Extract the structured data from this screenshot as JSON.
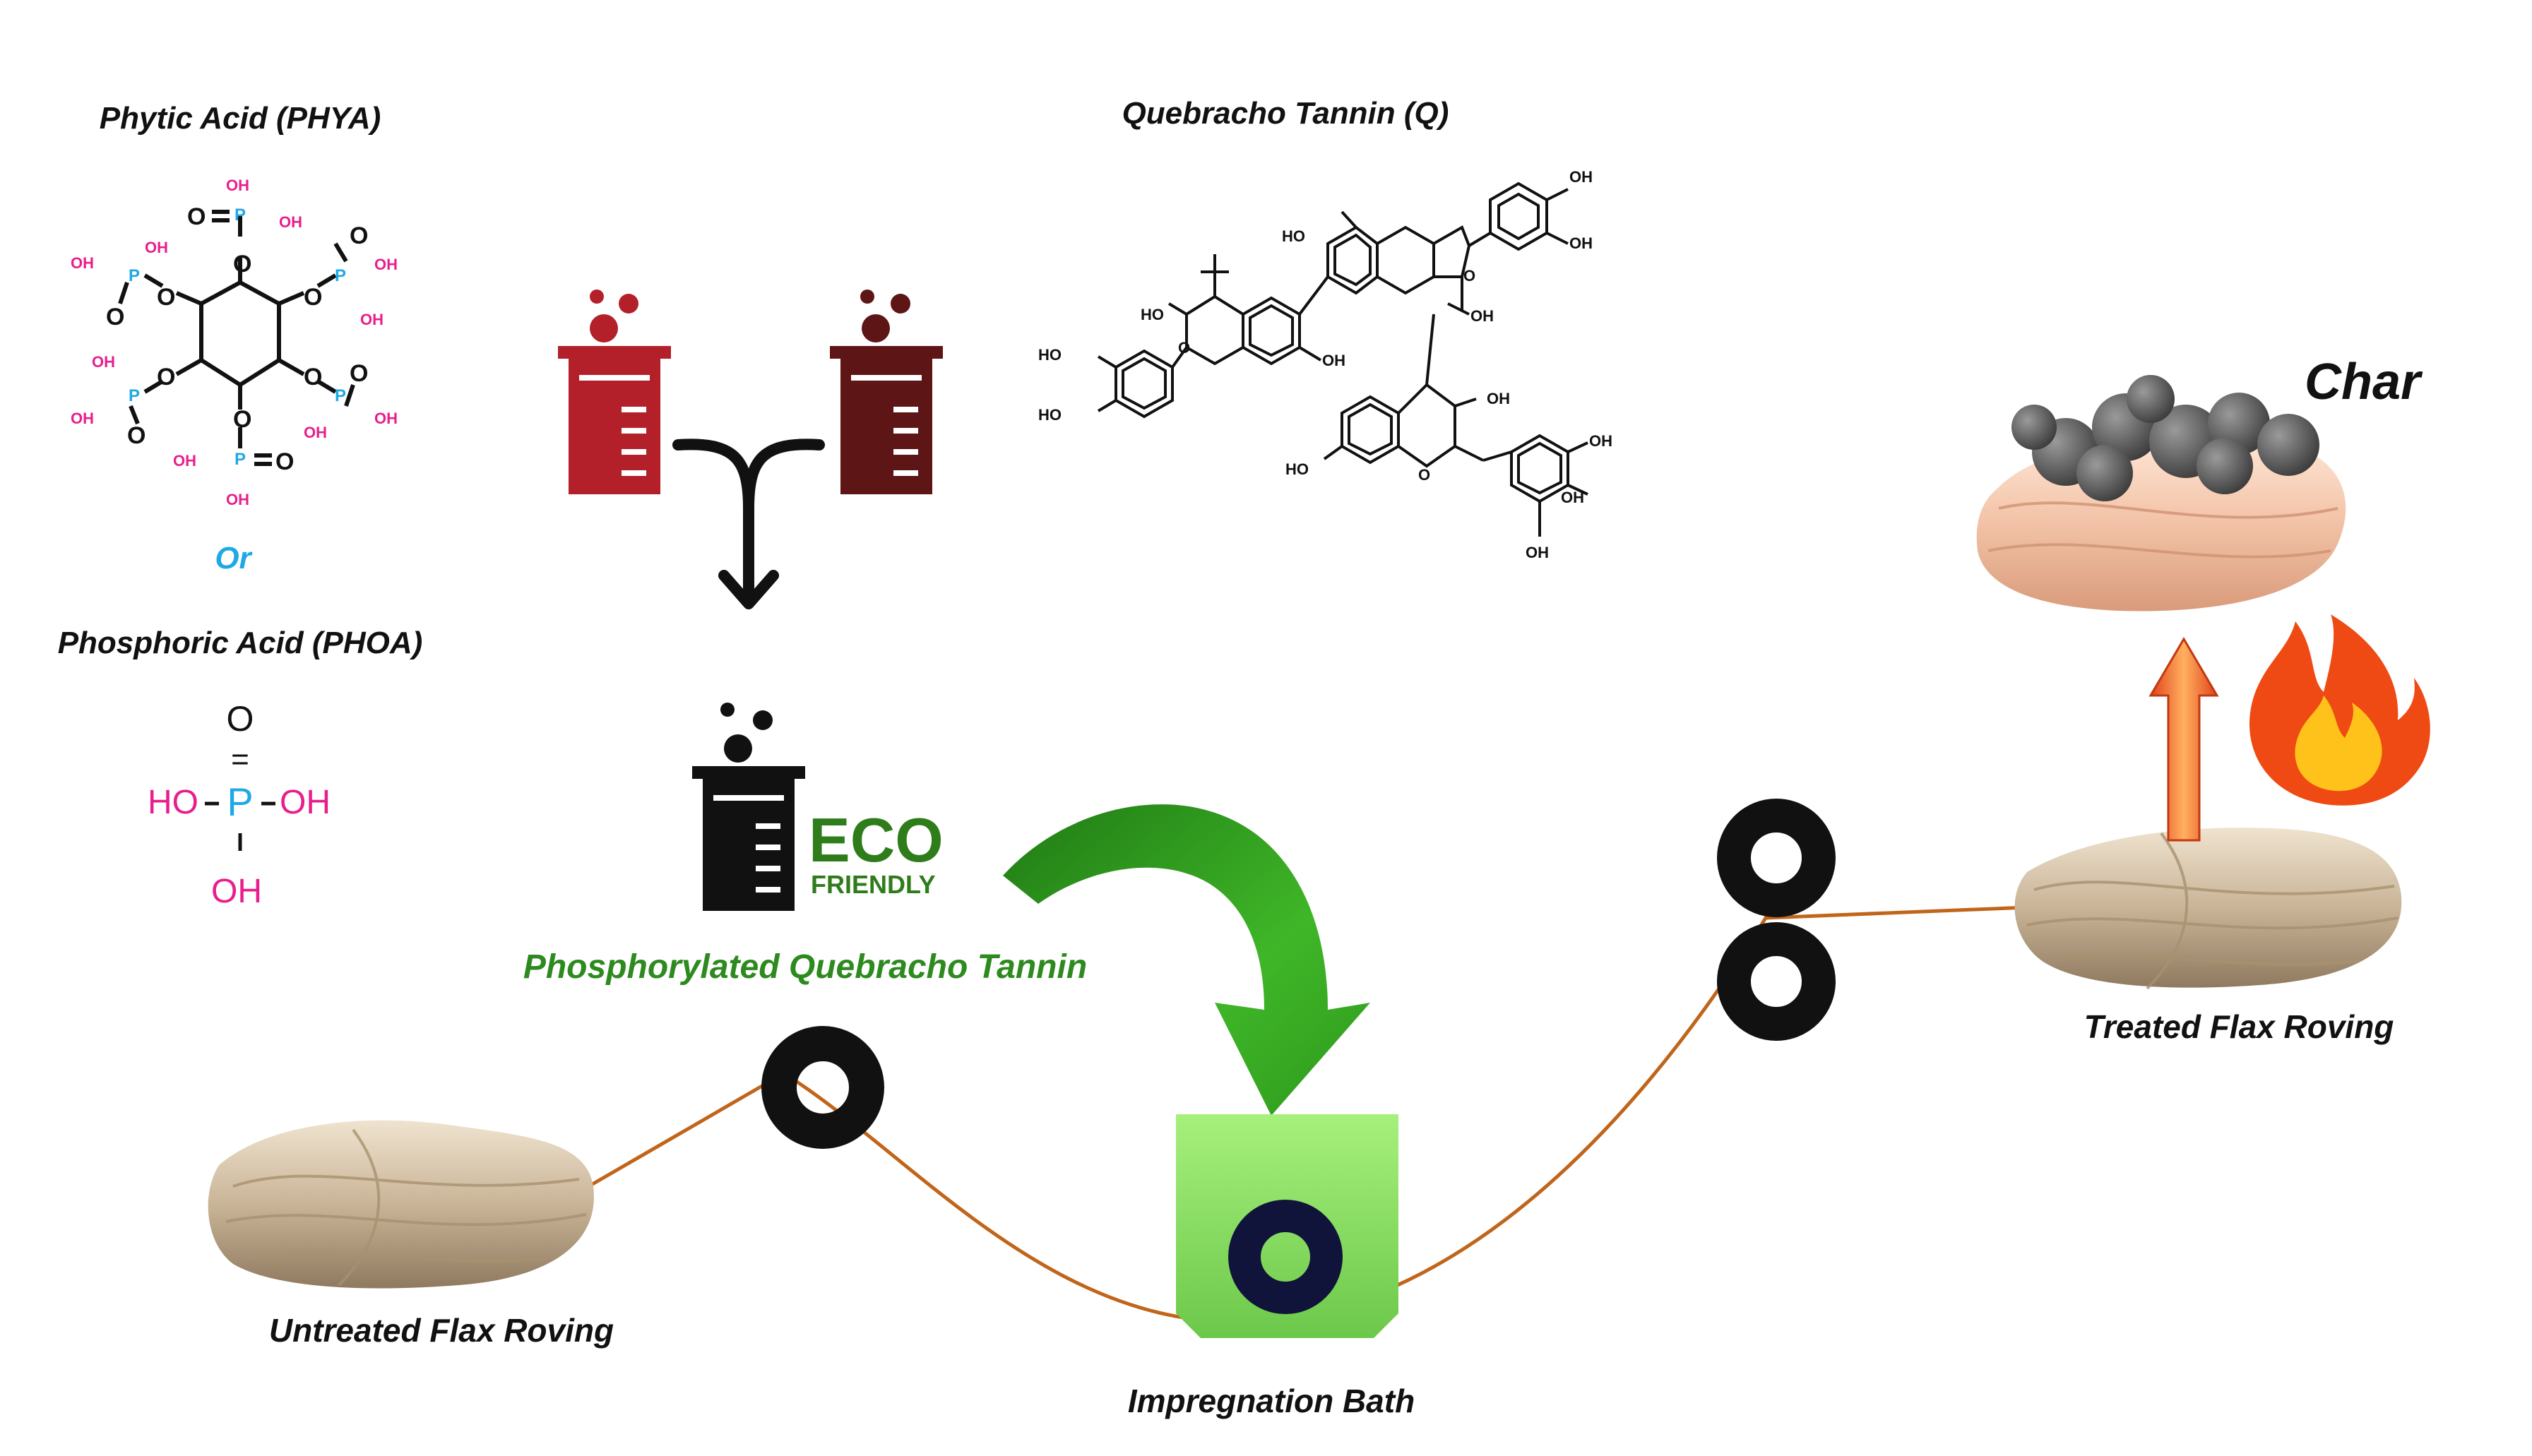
{
  "labels": {
    "phytic_acid": "Phytic  Acid (PHYA)",
    "or": "Or",
    "phosphoric_acid": "Phosphoric Acid (PHOA)",
    "quebracho_tannin": "Quebracho Tannin (Q)",
    "eco": "ECO",
    "friendly": "FRIENDLY",
    "phosphorylated": "Phosphorylated Quebracho Tannin",
    "untreated": "Untreated Flax Roving",
    "impregnation": "Impregnation Bath",
    "treated": "Treated Flax Roving",
    "char": "Char"
  },
  "phosphoric_structure": {
    "o_top": "O",
    "double_bond": "=",
    "ho_left": "HO",
    "p": "P",
    "oh_right": "OH",
    "oh_bottom": "OH"
  },
  "chem_atoms": {
    "oh": "OH",
    "ho": "HO",
    "o": "O",
    "p": "P"
  },
  "colors": {
    "phytic_oh": "#e91e8c",
    "phosphorus": "#1ea9e6",
    "or_text": "#1ea9e6",
    "eco_green": "#2e7d1a",
    "phosphorylated_text": "#2d8a1e",
    "beaker_red": "#b3202a",
    "beaker_dark": "#5e1515",
    "bath_green": "#8ee06a",
    "fiber_line": "#c0651a",
    "arrow_green": "#3aa522",
    "char_stones": "#5a5a5a",
    "flame": "#f04a14"
  },
  "icons": [
    "beaker-icon",
    "merge-arrow-icon",
    "eco-beaker-icon",
    "roller-icon",
    "flame-icon",
    "up-arrow-icon",
    "flax-roving-icon",
    "char-stones-icon"
  ]
}
